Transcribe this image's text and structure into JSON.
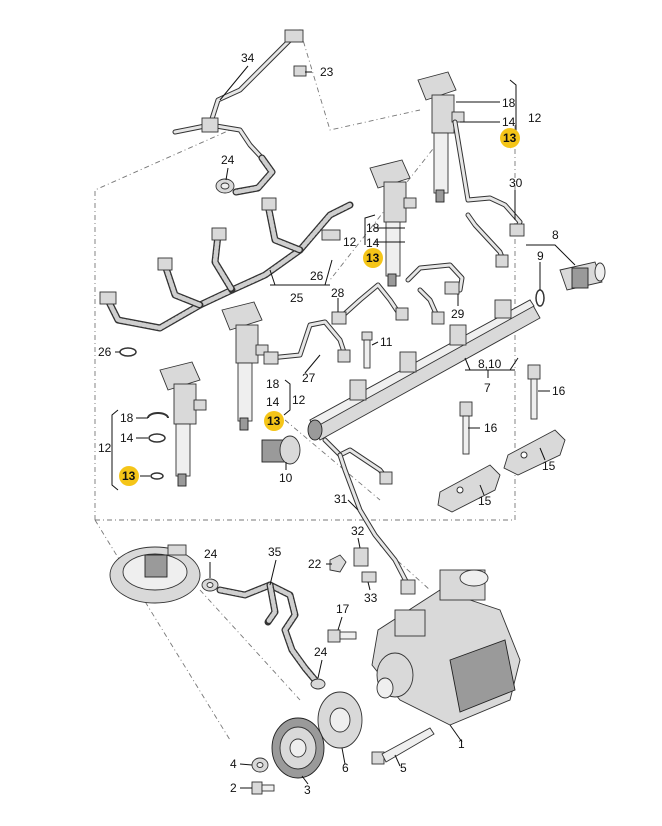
{
  "labels": {
    "p34": "34",
    "p23": "23",
    "p24a": "24",
    "p18a": "18",
    "p14a": "14",
    "p13a": "13",
    "p12a": "12",
    "p30": "30",
    "p8": "8",
    "p9": "9",
    "p18b": "18",
    "p12b": "12",
    "p14b": "14",
    "p13b": "13",
    "p26a": "26",
    "p25": "25",
    "p28": "28",
    "p29": "29",
    "p26b": "26",
    "p11": "11",
    "p27": "27",
    "p810": "8,10",
    "p7": "7",
    "p18c": "18",
    "p12c": "12",
    "p14c": "14",
    "p13c": "13",
    "p16a": "16",
    "p16b": "16",
    "p15a": "15",
    "p15b": "15",
    "p18d": "18",
    "p14d": "14",
    "p12d": "12",
    "p13d": "13",
    "p10": "10",
    "p31": "31",
    "p32": "32",
    "p22": "22",
    "p33": "33",
    "p24b": "24",
    "p35": "35",
    "p17": "17",
    "p24c": "24",
    "p1": "1",
    "p5": "5",
    "p4": "4",
    "p6": "6",
    "p2": "2",
    "p3": "3"
  },
  "colors": {
    "highlight": "#f5c518",
    "line": "#111111",
    "part": "#d9d9d9"
  }
}
